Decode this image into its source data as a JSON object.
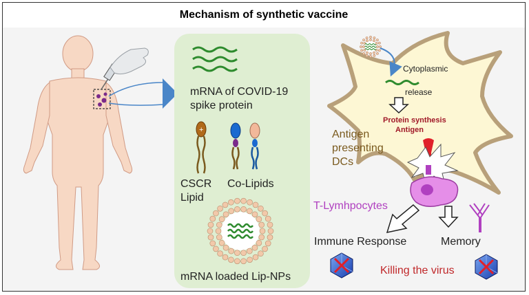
{
  "title": "Mechanism of synthetic vaccine",
  "labels": {
    "mrna_line1": "mRNA of COVID-19",
    "mrna_line2": "spike protein",
    "cscr_line1": "CSCR",
    "cscr_line2": "Lipid",
    "colipids": "Co-Lipids",
    "lipnp": "mRNA loaded Lip-NPs",
    "cytoplasmic": "Cytoplasmic",
    "release": "release",
    "protein_synthesis": "Protein synthesis",
    "antigen": "Antigen",
    "apc_line1": "Antigen",
    "apc_line2": "presenting",
    "apc_line3": "DCs",
    "tlymph": "T-Lymhpocytes",
    "immune": "Immune Response",
    "memory": "Memory",
    "killing": "Killing the virus"
  },
  "colors": {
    "green_panel": "#dfeed2",
    "mrna_green": "#2e8b2e",
    "arrow_blue": "#4a86c8",
    "skin": "#f7d8c4",
    "cell_fill": "#fdf7d4",
    "cell_border": "#b8a07a",
    "tcell": "#e58ee8",
    "purple_text": "#b040c0",
    "red_text": "#c0282a",
    "brown_text": "#7a5a1e",
    "dark_red_text": "#a01828"
  }
}
